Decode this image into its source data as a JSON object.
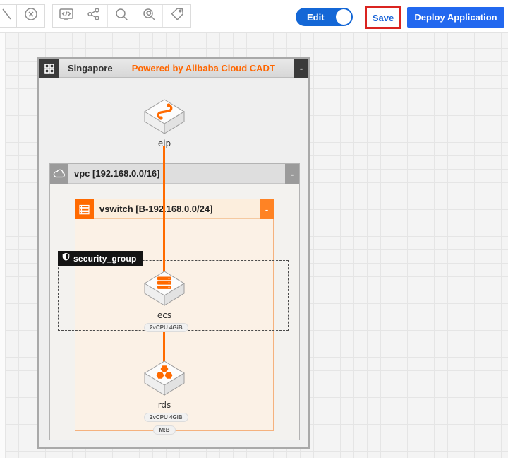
{
  "toolbar": {
    "icons": [
      {
        "name": "line-tool-icon"
      },
      {
        "name": "close-circle-icon"
      },
      {
        "name": "code-icon"
      },
      {
        "name": "share-icon"
      },
      {
        "name": "zoom-icon"
      },
      {
        "name": "zoom-tag-icon"
      },
      {
        "name": "tag-icon"
      }
    ],
    "edit_toggle": {
      "label": "Edit",
      "state": "on"
    },
    "save_button": {
      "label": "Save",
      "highlighted": true
    },
    "deploy_button": {
      "label": "Deploy Application"
    }
  },
  "canvas": {
    "region": {
      "title": "Singapore",
      "powered_by": "Powered by Alibaba Cloud CADT",
      "minimize_label": "-"
    },
    "vpc": {
      "title": "vpc [192.168.0.0/16]",
      "minimize_label": "-"
    },
    "vswitch": {
      "title": "vswitch [B-192.168.0.0/24]",
      "minimize_label": "-"
    },
    "security_group": {
      "title": "security_group"
    },
    "nodes": {
      "eip": {
        "label": "eip"
      },
      "ecs": {
        "label": "ecs",
        "spec": "2vCPU 4GiB"
      },
      "rds": {
        "label": "rds",
        "spec": "2vCPU 4GiB",
        "mode": "M:B"
      }
    }
  },
  "colors": {
    "accent_orange": "#ff6a00",
    "accent_blue": "#2268ef",
    "highlight_red": "#da2420"
  }
}
